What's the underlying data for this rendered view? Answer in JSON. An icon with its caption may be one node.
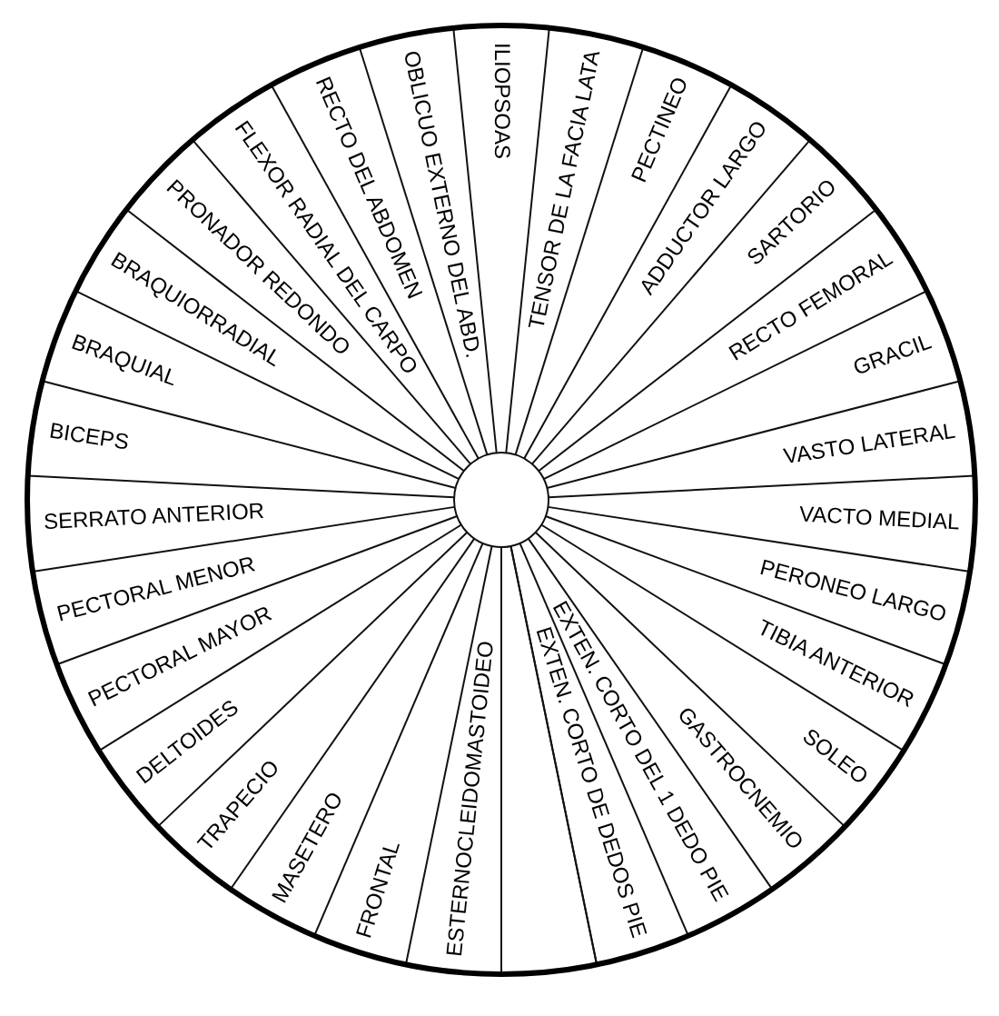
{
  "diagram": {
    "nodes": [
      {
        "text": [
          "ILIOPSOAS"
        ]
      },
      {
        "text": [
          "TENSOR DE LA FACIA LATA"
        ]
      },
      {
        "text": [
          "PECTINEO"
        ]
      },
      {
        "text": [
          "ADDUCTOR LARGO"
        ]
      },
      {
        "text": [
          "SARTORIO"
        ]
      },
      {
        "text": [
          "RECTO FEMORAL"
        ]
      },
      {
        "text": [
          "GRACIL"
        ]
      },
      {
        "text": [
          "VASTO LATERAL"
        ]
      },
      {
        "text": [
          "VACTO MEDIAL"
        ]
      },
      {
        "text": [
          "PERONEO LARGO"
        ]
      },
      {
        "text": [
          "TIBIA ANTERIOR"
        ]
      },
      {
        "text": [
          "SOLEO"
        ]
      },
      {
        "text": [
          "GASTROCNEMIO"
        ]
      },
      {
        "text": [
          "EXTEN. CORTO DEL 1 DEDO PIE"
        ]
      },
      {
        "text": [
          "EXTEN. CORTO DE DEDOS PIE"
        ]
      },
      {
        "text": [],
        "shape": "wedge"
      },
      {
        "text": [
          "ESTERNOCLEIDOMASTOIDEO"
        ]
      },
      {
        "text": [
          "FRONTAL"
        ]
      },
      {
        "text": [
          "MASETERO"
        ]
      },
      {
        "text": [
          "TRAPECIO"
        ]
      },
      {
        "text": [
          "DELTOIDES"
        ]
      },
      {
        "text": [
          "PECTORAL MAYOR"
        ]
      },
      {
        "text": [
          "PECTORAL MENOR"
        ]
      },
      {
        "text": [
          "SERRATO ANTERIOR"
        ]
      },
      {
        "text": [
          "BICEPS"
        ]
      },
      {
        "text": [
          "BRAQUIAL"
        ]
      },
      {
        "text": [
          "BRAQUIORRADIAL"
        ]
      },
      {
        "text": [
          "PRONADOR REDONDO"
        ]
      },
      {
        "text": [
          "FLEXOR RADIAL DEL CARPO"
        ]
      },
      {
        "text": [
          "RECTO DEL ABDOMEN"
        ]
      },
      {
        "text": [
          "OBLICUO EXTERNO DEL ABD."
        ]
      }
    ]
  }
}
